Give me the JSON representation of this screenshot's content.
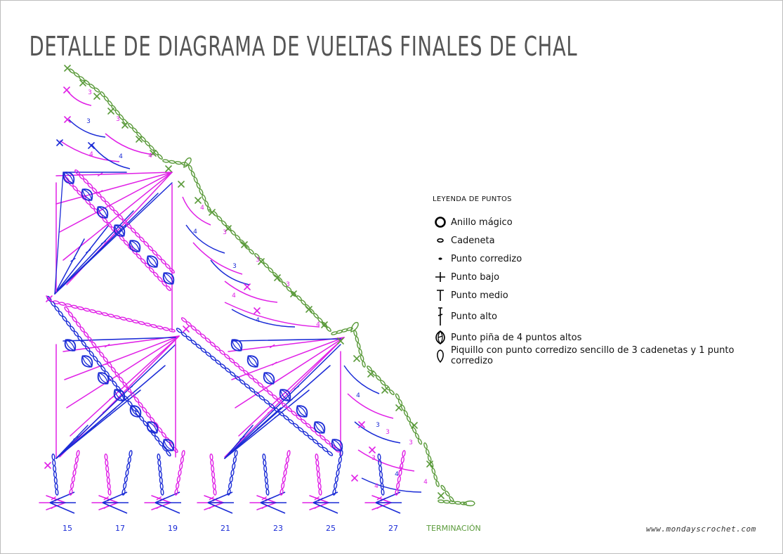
{
  "title": "DETALLE DE DIAGRAMA DE VUELTAS FINALES DE CHAL",
  "legend": {
    "heading": "LEYENDA DE PUNTOS",
    "items": [
      {
        "symbol": "ring-icon",
        "label": "Anillo mágico"
      },
      {
        "symbol": "chain-icon",
        "label": "Cadeneta"
      },
      {
        "symbol": "slip-stitch-icon",
        "label": "Punto corredizo"
      },
      {
        "symbol": "single-crochet-icon",
        "label": "Punto bajo"
      },
      {
        "symbol": "half-double-icon",
        "label": "Punto medio"
      },
      {
        "symbol": "double-crochet-icon",
        "label": "Punto alto"
      },
      {
        "symbol": "pineapple-icon",
        "label": "Punto piña de 4 puntos altos"
      },
      {
        "symbol": "picot-icon",
        "label": "Piquillo con punto corredizo sencillo de 3 cadenetas y 1 punto corredizo"
      }
    ]
  },
  "rounds": {
    "labels": [
      "15",
      "17",
      "19",
      "21",
      "23",
      "25",
      "27"
    ],
    "finish_label": "TERMINACIÓN"
  },
  "stitch_counts": [
    "3",
    "4"
  ],
  "colors": {
    "blue": "#1a2bd6",
    "magenta": "#e020e6",
    "green": "#5a9a3a",
    "title": "#555555",
    "border": "#bdbdbd"
  },
  "watermark": "www.mondayscrochet.com"
}
